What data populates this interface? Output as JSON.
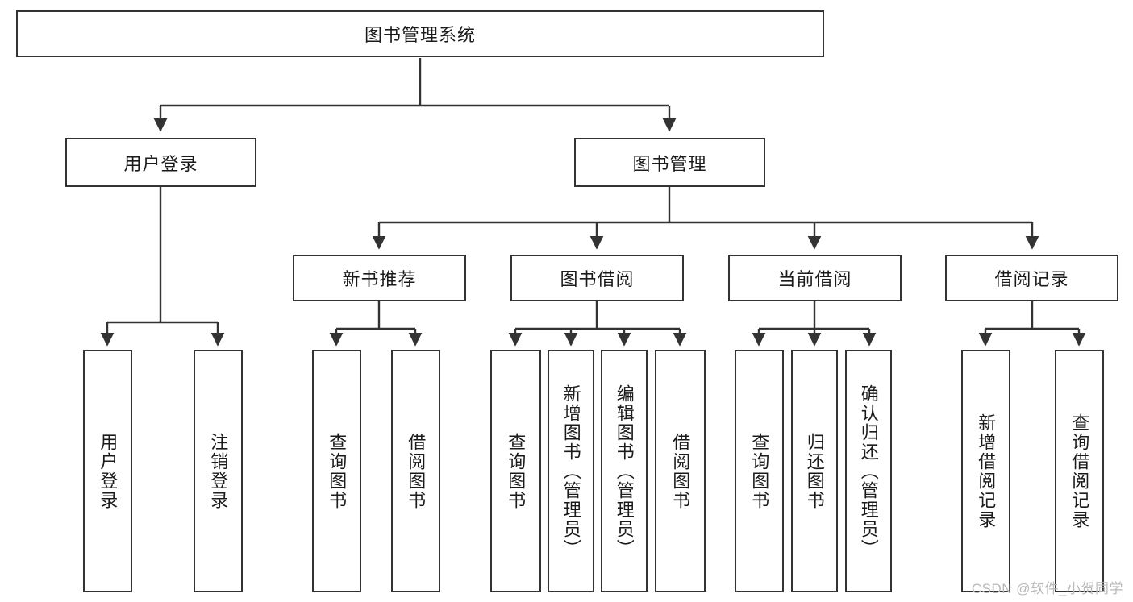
{
  "diagram": {
    "title": "图书管理系统",
    "type": "tree",
    "watermark": "CSDN @软件_小贺同学",
    "root": {
      "label": "图书管理系统"
    },
    "level2": [
      {
        "label": "用户登录"
      },
      {
        "label": "图书管理"
      }
    ],
    "level3": [
      {
        "label": "新书推荐"
      },
      {
        "label": "图书借阅"
      },
      {
        "label": "当前借阅"
      },
      {
        "label": "借阅记录"
      }
    ],
    "leaves": {
      "user_login": [
        {
          "label": "用户登录"
        },
        {
          "label": "注销登录"
        }
      ],
      "new_book": [
        {
          "label": "查询图书"
        },
        {
          "label": "借阅图书"
        }
      ],
      "book_borrow": [
        {
          "label": "查询图书"
        },
        {
          "label": "新增图书（管理员）"
        },
        {
          "label": "编辑图书（管理员）"
        },
        {
          "label": "借阅图书"
        }
      ],
      "current_borrow": [
        {
          "label": "查询图书"
        },
        {
          "label": "归还图书"
        },
        {
          "label": "确认归还（管理员）"
        }
      ],
      "borrow_record": [
        {
          "label": "新增借阅记录"
        },
        {
          "label": "查询借阅记录"
        }
      ]
    }
  },
  "colors": {
    "stroke": "#333333",
    "fill": "#ffffff",
    "text": "#1b1b1b",
    "watermark": "#b9b9b9"
  }
}
